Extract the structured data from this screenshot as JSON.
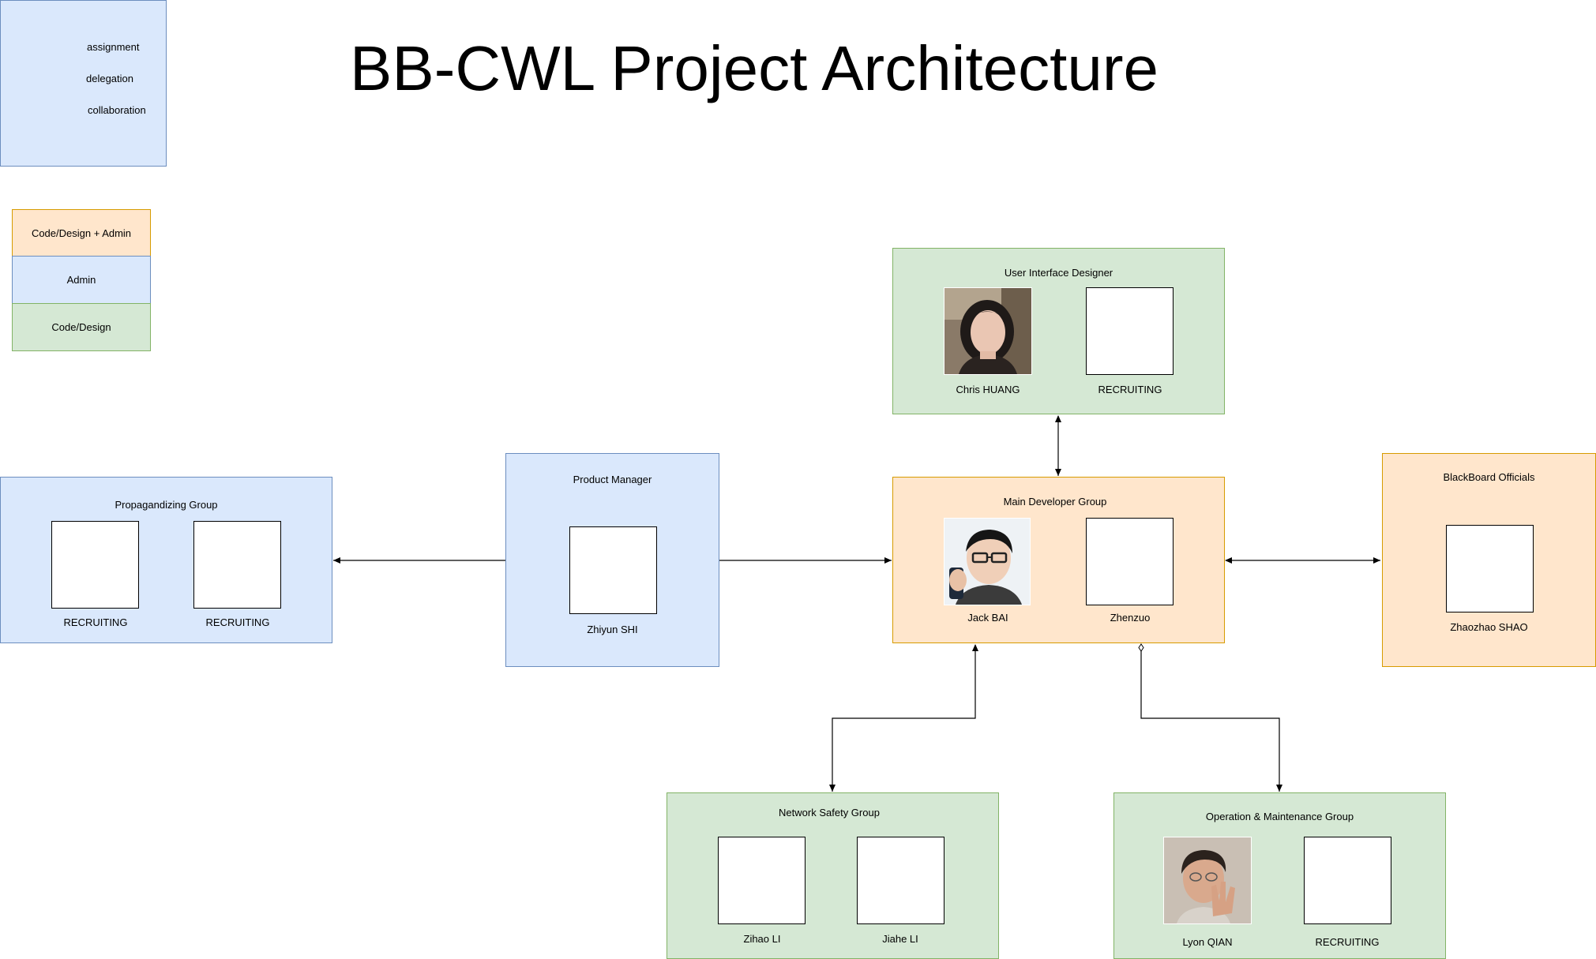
{
  "title": "BB-CWL Project Architecture",
  "arrow_legend": {
    "assignment": "assignment",
    "delegation": "delegation",
    "collaboration": "collaboration"
  },
  "role_legend": {
    "code_design_admin": "Code/Design + Admin",
    "admin": "Admin",
    "code_design": "Code/Design"
  },
  "groups": {
    "ui_designer": {
      "label": "User Interface Designer",
      "members": [
        "Chris HUANG",
        "RECRUITING"
      ]
    },
    "main_dev": {
      "label": "Main Developer Group",
      "members": [
        "Jack BAI",
        "Zhenzuo"
      ]
    },
    "product_manager": {
      "label": "Product Manager",
      "members": [
        "Zhiyun SHI"
      ]
    },
    "propagandizing": {
      "label": "Propagandizing Group",
      "members": [
        "RECRUITING",
        "RECRUITING"
      ]
    },
    "blackboard": {
      "label": "BlackBoard Officials",
      "members": [
        "Zhaozhao SHAO"
      ]
    },
    "network_safety": {
      "label": "Network Safety Group",
      "members": [
        "Zihao LI",
        "Jiahe LI"
      ]
    },
    "ops": {
      "label": "Operation & Maintenance Group",
      "members": [
        "Lyon QIAN",
        "RECRUITING"
      ]
    }
  },
  "colors": {
    "admin_fill": "#dae8fc",
    "admin_border": "#6c8ebf",
    "code_fill": "#d5e8d4",
    "code_border": "#82b366",
    "both_fill": "#ffe6cc",
    "both_border": "#d79b00"
  }
}
